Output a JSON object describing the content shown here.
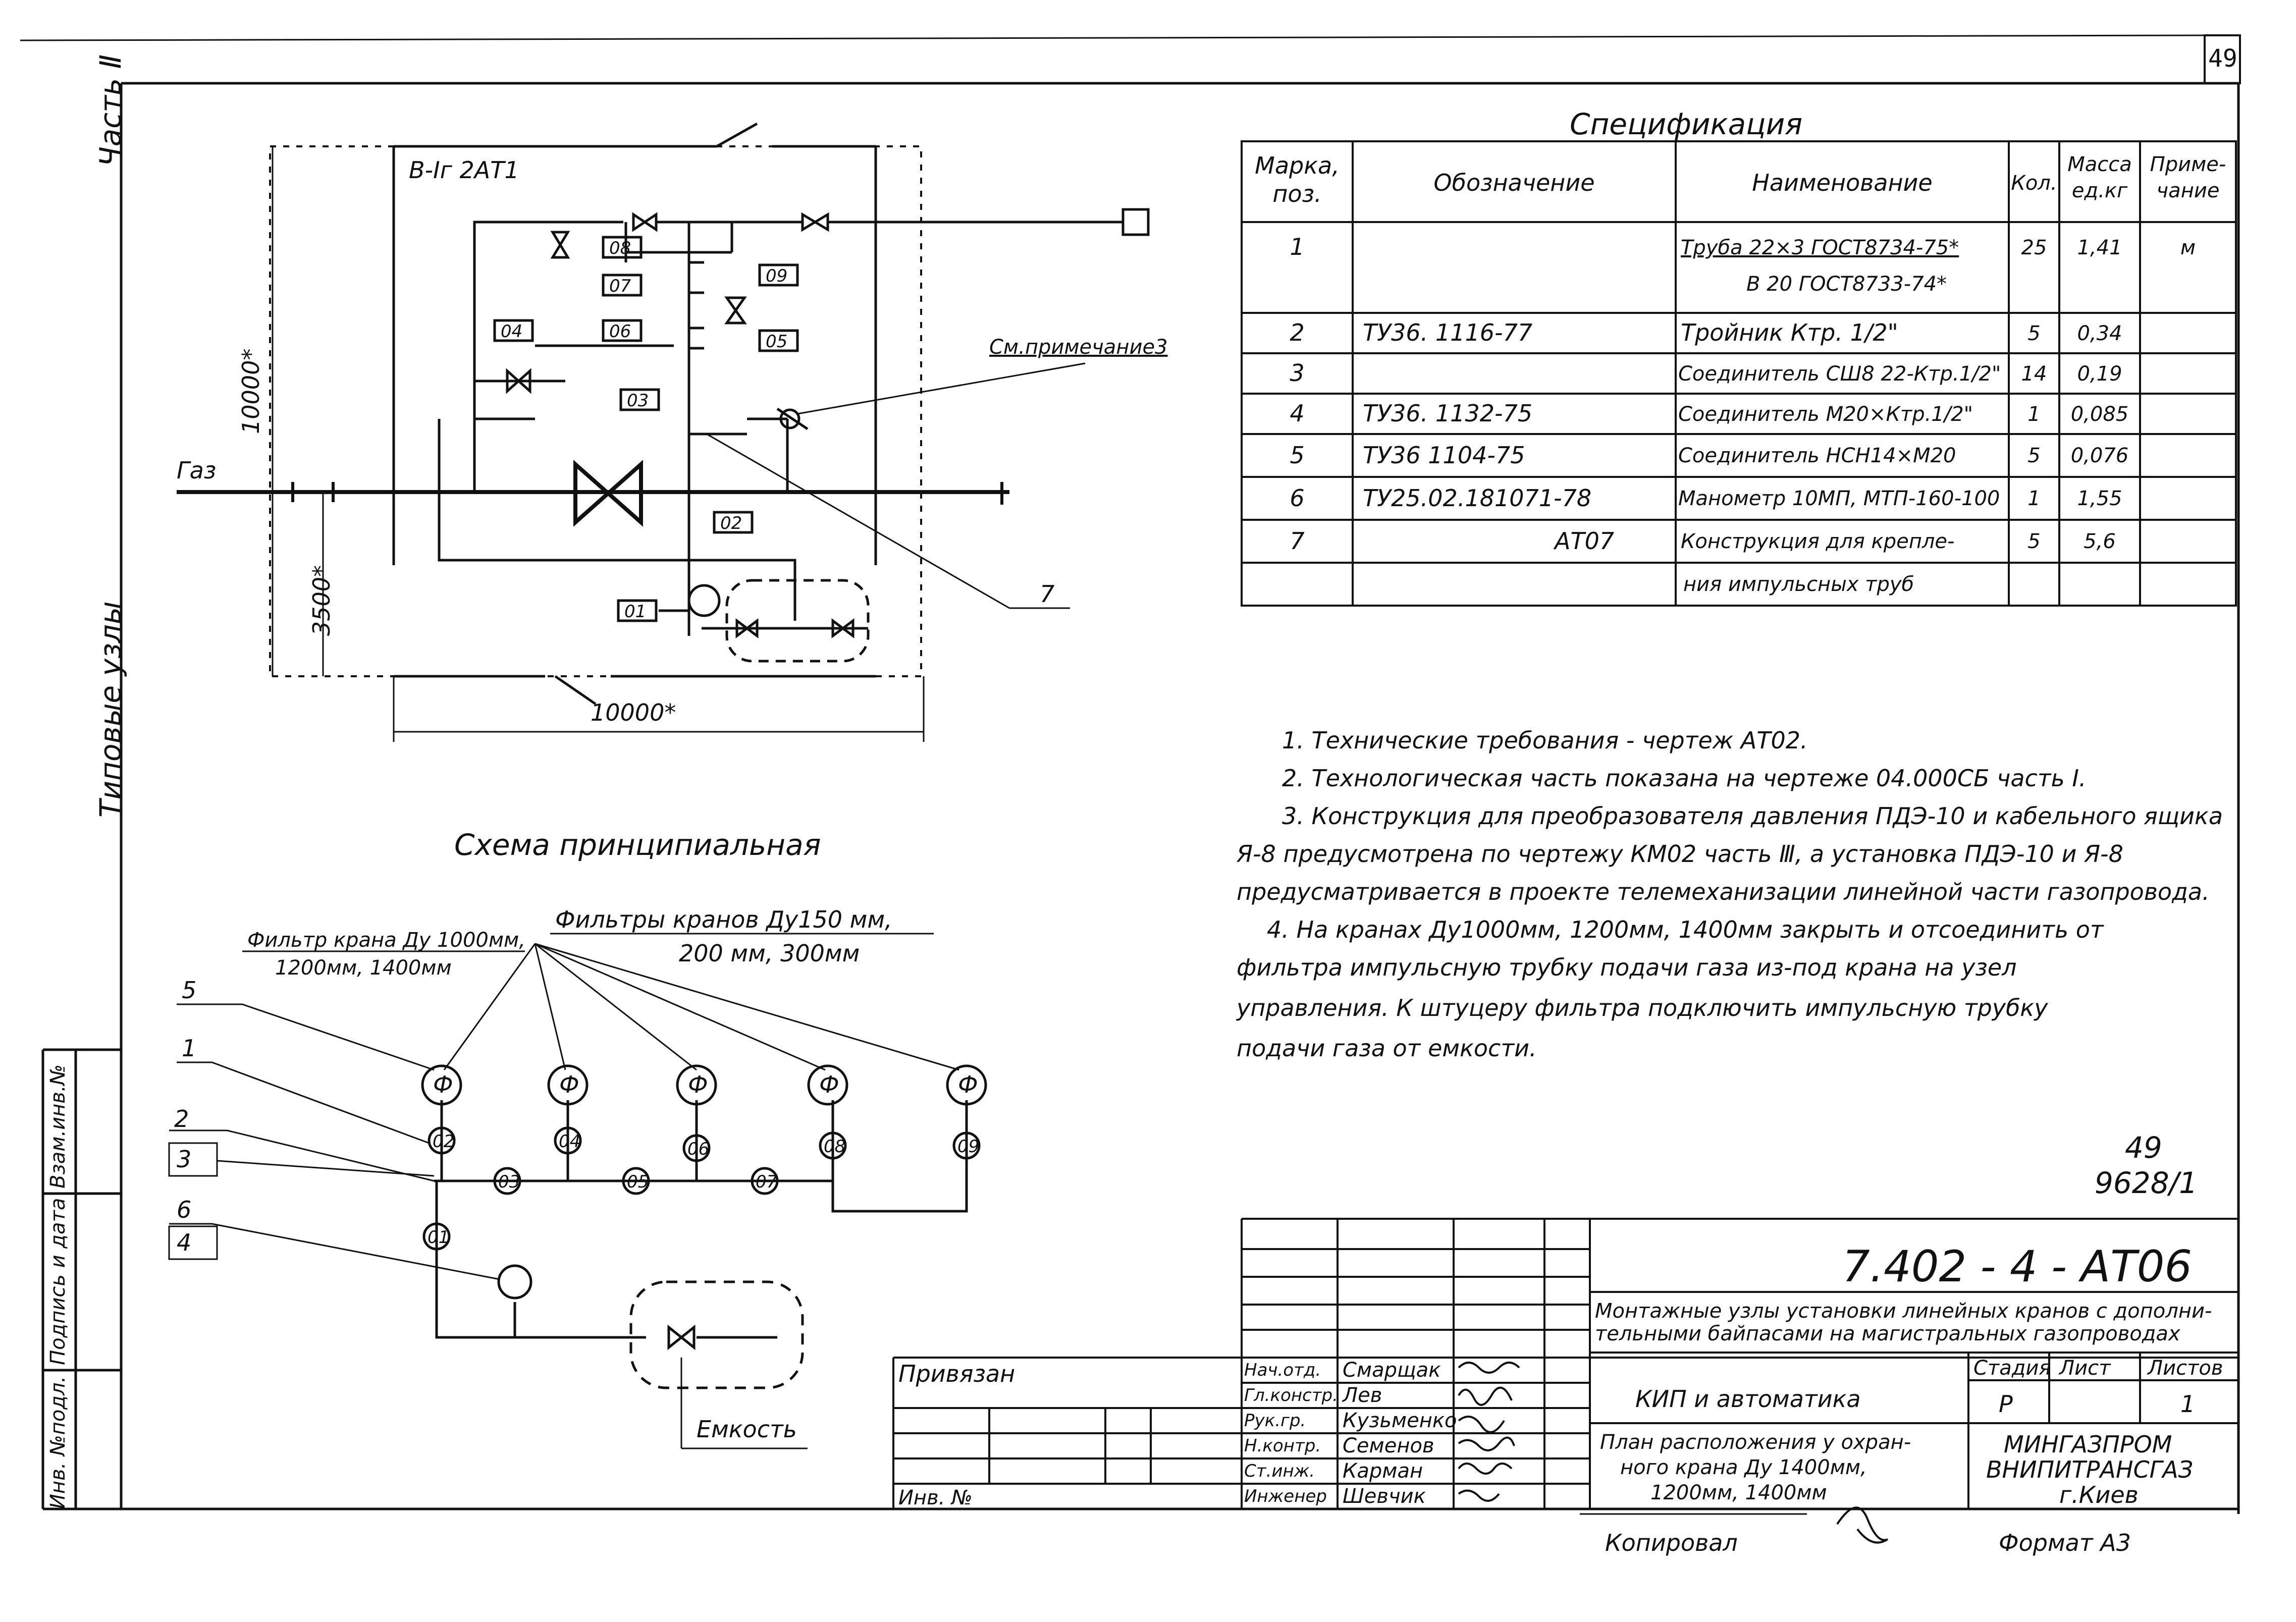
{
  "page_number": "49",
  "side": {
    "part": "Часть Ⅱ",
    "typical": "Типовые узлы",
    "stamp_labels": [
      "Инв. №подл.",
      "Подпись и дата",
      "Взам.инв.№"
    ]
  },
  "scheme": {
    "label": "В-Ⅰг 2АТ1",
    "gas": "Газ",
    "dim_vertical_total": "10000*",
    "dim_vertical_part": "3500*",
    "dim_horizontal": "10000*",
    "note_ref": "См.примечание3",
    "tag_7": "7",
    "tags": [
      "08",
      "07",
      "06",
      "04",
      "03",
      "02",
      "01",
      "09",
      "05"
    ],
    "caption": "Схема принципиальная"
  },
  "filters": {
    "label1_line1": "Фильтр крана Ду 1000мм,",
    "label1_line2": "1200мм, 1400мм",
    "label2_line1": "Фильтры кранов Ду150 мм,",
    "label2_line2": "200 мм, 300мм",
    "symbol": "Ф",
    "callouts": [
      "5",
      "1",
      "2",
      "3",
      "6",
      "4"
    ],
    "node_tags": [
      "02",
      "04",
      "06",
      "08",
      "09",
      "03",
      "05",
      "07",
      "01"
    ],
    "tank": "Емкость"
  },
  "spec": {
    "title": "Спецификация",
    "headers": [
      "Марка, поз.",
      "Обозначение",
      "Наименование",
      "Кол.",
      "Масса ед.кг",
      "Приме-чание"
    ],
    "rows": [
      [
        "1",
        "",
        "Труба 22×3 ГОСТ8734-75*",
        "25",
        "1,41",
        "м"
      ],
      [
        "",
        "",
        "В 20 ГОСТ8733-74*",
        "",
        "",
        ""
      ],
      [
        "2",
        "ТУ36. 1116-77",
        "Тройник  Ктр. 1/2\"",
        "5",
        "0,34",
        ""
      ],
      [
        "3",
        "",
        "Соединитель СШ8 22-Ктр.1/2\"",
        "14",
        "0,19",
        ""
      ],
      [
        "4",
        "ТУ36. 1132-75",
        "Соединитель М20×Ктр.1/2\"",
        "1",
        "0,085",
        ""
      ],
      [
        "5",
        "ТУ36 1104-75",
        "Соединитель НСН14×М20",
        "5",
        "0,076",
        ""
      ],
      [
        "6",
        "ТУ25.02.181071-78",
        "Манометр 10МП, МТП-160-100",
        "1",
        "1,55",
        ""
      ],
      [
        "7",
        "АТ07",
        "Конструкция для крепле-",
        "5",
        "5,6",
        ""
      ],
      [
        "",
        "",
        "ния импульсных труб",
        "",
        "",
        ""
      ]
    ]
  },
  "notes": [
    "1. Технические  требования - чертеж АТ02.",
    "2. Технологическая часть показана на чертеже 04.000СБ часть Ⅰ.",
    "3. Конструкция для преобразователя давления ПДЭ-10 и кабельного ящика",
    "Я-8 предусмотрена по чертежу КМ02 часть Ⅲ, а установка ПДЭ-10 и Я-8",
    "предусматривается в проекте телемеханизации линейной части газопровода.",
    "4. На кранах Ду1000мм, 1200мм, 1400мм закрыть и отсоединить от",
    "фильтра импульсную трубку подачи газа из-под крана на узел",
    "управления. К штуцеру фильтра подключить импульсную трубку",
    "подачи газа от емкости."
  ],
  "sheet_ref": {
    "top": "49",
    "bottom": "9628/1"
  },
  "title_block": {
    "code": "7.402 - 4 -  АТ06",
    "description_l1": "Монтажные узлы установки линейных кранов с дополни-",
    "description_l2": "тельными байпасами на магистральных газопроводах",
    "section": "КИП и автоматика",
    "stage_h": "Стадия",
    "sheet_h": "Лист",
    "sheets_h": "Листов",
    "stage": "Р",
    "sheet": "1",
    "drawing_l1": "План расположения у охран-",
    "drawing_l2": "ного крана Ду 1400мм,",
    "drawing_l3": "1200мм, 1400мм",
    "org_l1": "МИНГАЗПРОМ",
    "org_l2": "ВНИПИТРАНСГАЗ",
    "org_l3": "г.Киев",
    "bound": "Привязан",
    "inv": "Инв. №",
    "roles": [
      "Нач.отд.",
      "Гл.констр.",
      "Рук.гр.",
      "Н.контр.",
      "Ст.инж.",
      "Инженер"
    ],
    "names": [
      "Смарщак",
      "Лев",
      "Кузьменко",
      "Семенов",
      "Карман",
      "Шевчик"
    ],
    "copied": "Копировал",
    "format": "Формат А3"
  }
}
